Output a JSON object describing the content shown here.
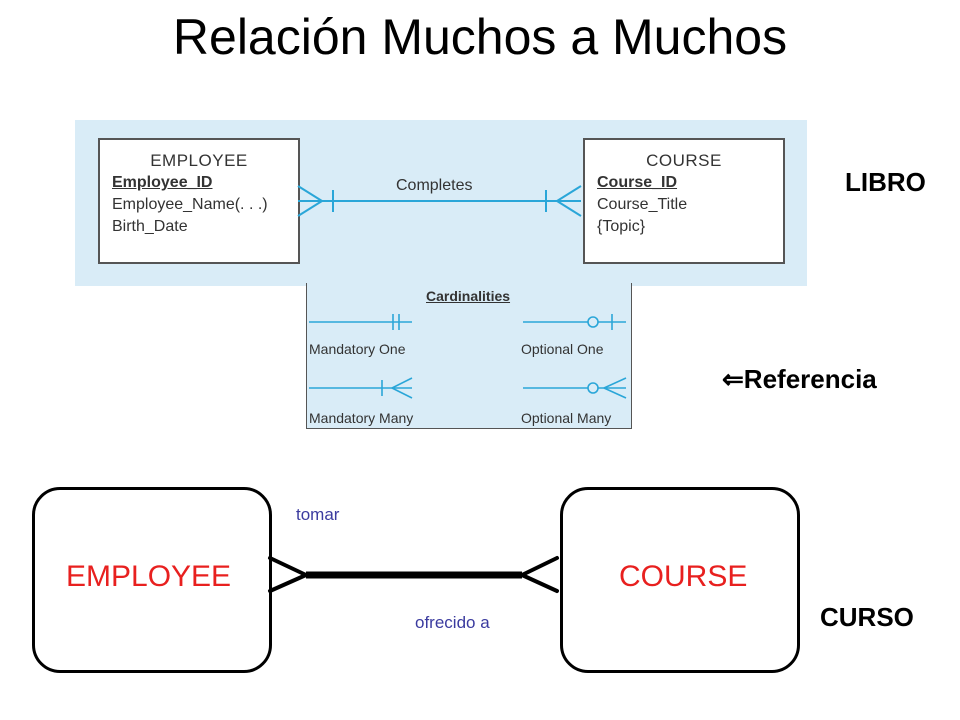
{
  "title": "Relación Muchos a Muchos",
  "libro_diagram": {
    "employee": {
      "name": "EMPLOYEE",
      "attributes": [
        "Employee_ID",
        "Employee_Name(. . .)",
        "Birth_Date"
      ]
    },
    "course": {
      "name": "COURSE",
      "attributes": [
        "Course_ID",
        "Course_Title",
        "{Topic}"
      ]
    },
    "relationship": "Completes"
  },
  "cardinalities": {
    "title": "Cardinalities",
    "items": [
      "Mandatory One",
      "Optional One",
      "Mandatory Many",
      "Optional Many"
    ]
  },
  "labels": {
    "libro": "LIBRO",
    "referencia": "Referencia",
    "referencia_arrow": "⇐",
    "curso": "CURSO"
  },
  "curso_diagram": {
    "left_entity": "EMPLOYEE",
    "right_entity": "COURSE",
    "top_label": "tomar",
    "bottom_label": "ofrecido a"
  },
  "colors": {
    "panel": "#d9ecf7",
    "line_blue": "#2aa6d8",
    "entity_red": "#e8201f",
    "relation_blue": "#3b3b9f"
  }
}
